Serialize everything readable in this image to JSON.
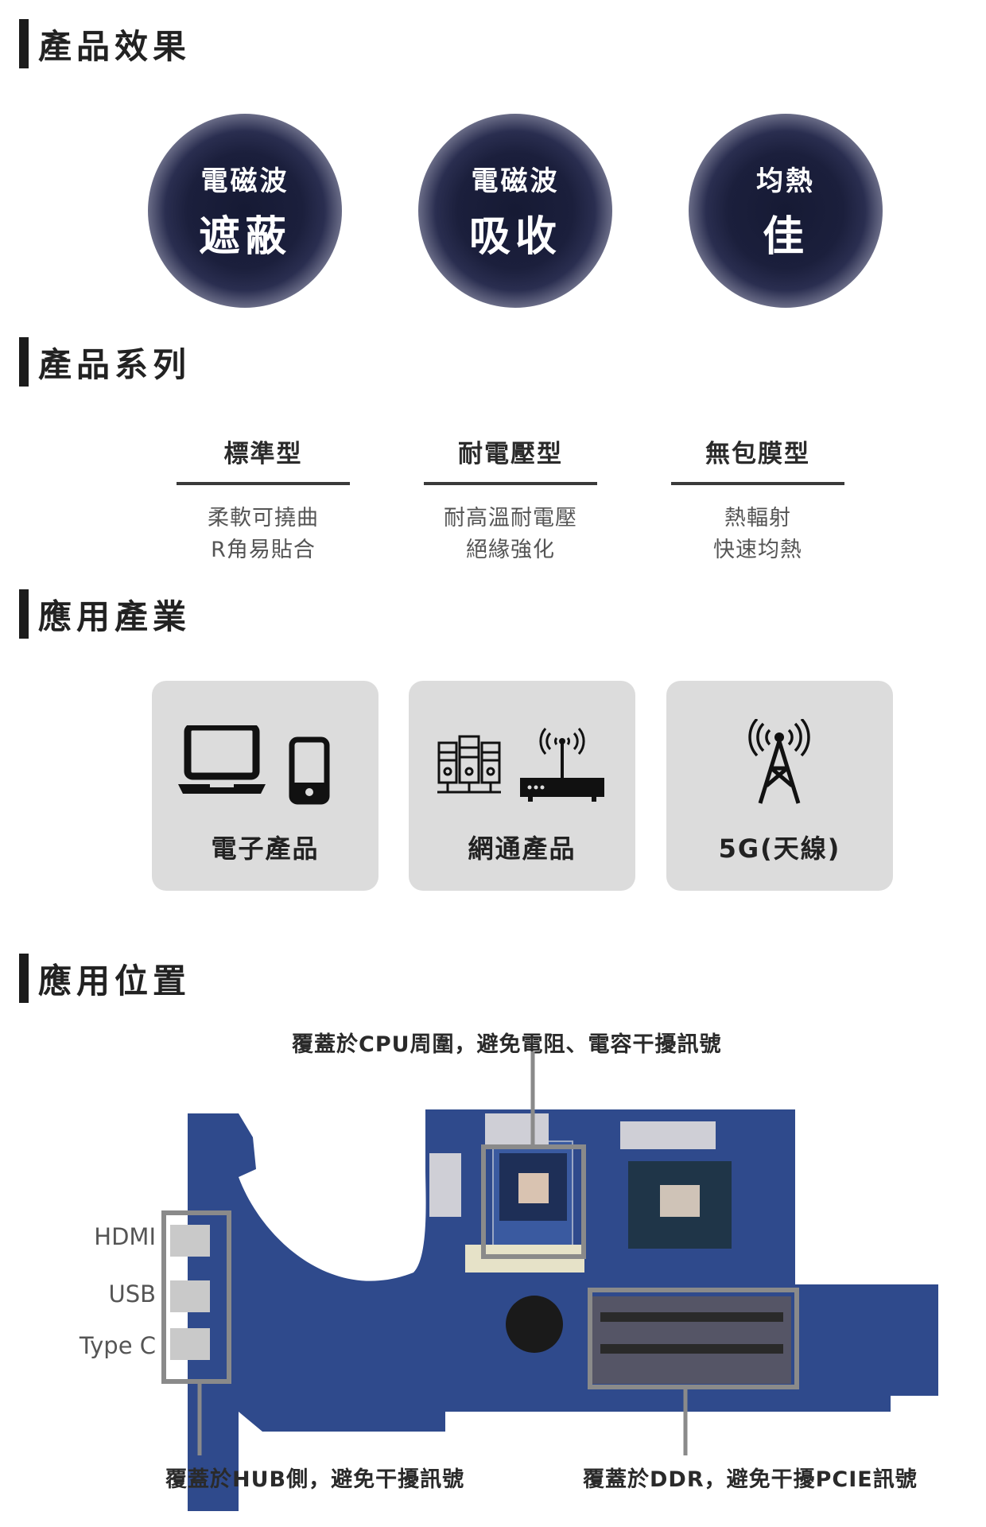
{
  "sections": {
    "effect": "產品效果",
    "series": "產品系列",
    "industry": "應用產業",
    "position": "應用位置"
  },
  "effects": [
    {
      "line1": "電磁波",
      "line2": "遮蔽"
    },
    {
      "line1": "電磁波",
      "line2": "吸收"
    },
    {
      "line1": "均熱",
      "line2": "佳"
    }
  ],
  "series": [
    {
      "name": "標準型",
      "desc1": "柔軟可撓曲",
      "desc2": "R角易貼合"
    },
    {
      "name": "耐電壓型",
      "desc1": "耐高溫耐電壓",
      "desc2": "絕緣強化"
    },
    {
      "name": "無包膜型",
      "desc1": "熱輻射",
      "desc2": "快速均熱"
    }
  ],
  "industries": [
    {
      "label": "電子產品",
      "icons": [
        "laptop-icon",
        "smartphone-icon"
      ]
    },
    {
      "label": "網通產品",
      "icons": [
        "server-icon",
        "router-icon"
      ]
    },
    {
      "label": "5G(天線)",
      "icons": [
        "antenna-tower-icon"
      ]
    }
  ],
  "application": {
    "callout_cpu": "覆蓋於CPU周圍，避免電阻、電容干擾訊號",
    "callout_hub": "覆蓋於HUB側，避免干擾訊號",
    "callout_ddr": "覆蓋於DDR，避免干擾PCIE訊號",
    "ports": [
      "HDMI",
      "USB",
      "Type C"
    ]
  },
  "colors": {
    "board": "#2f4a8c",
    "card": "#dcdcdc",
    "title_bar": "#1c1c1c",
    "callout_line": "#8a8a8a"
  }
}
